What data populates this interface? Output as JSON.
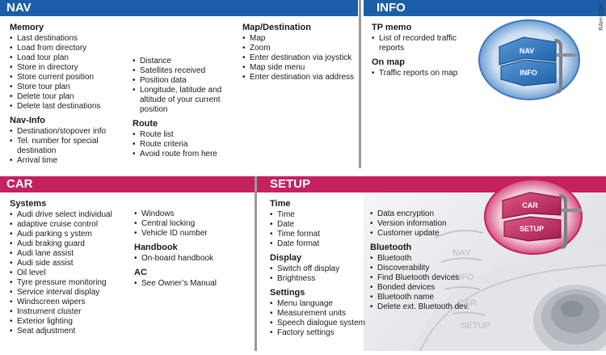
{
  "nav": {
    "header": "NAV",
    "columns": [
      [
        {
          "title": "Memory",
          "items": [
            "Last destinations",
            "Load from directory",
            "Load tour plan",
            "Store in directory",
            "Store current position",
            "Store tour plan",
            "Delete tour plan",
            "Delete last destinations"
          ]
        },
        {
          "title": "Nav-Info",
          "items": [
            "Destination/stopover info",
            "Tel. number for special destination",
            "Arrival time"
          ]
        }
      ],
      [
        {
          "title": "",
          "items": [
            "Distance",
            "Satellites received",
            "Position data",
            "Longitude, latitude and altitude of your current position"
          ]
        },
        {
          "title": "Route",
          "items": [
            "Route list",
            "Route criteria",
            "Avoid route from here"
          ]
        }
      ],
      [
        {
          "title": "Map/Destination",
          "items": [
            "Map",
            "Zoom",
            "Enter destination via joystick",
            "Map side menu",
            "Enter destination via address"
          ]
        }
      ]
    ]
  },
  "info": {
    "header": "INFO",
    "columns": [
      [
        {
          "title": "TP memo",
          "items": [
            "List of recorded traffic reports"
          ]
        },
        {
          "title": "On map",
          "items": [
            "Traffic reports on map"
          ]
        }
      ]
    ],
    "button_labels": [
      "NAV",
      "INFO"
    ]
  },
  "car": {
    "header": "CAR",
    "columns": [
      [
        {
          "title": "Systems",
          "items": [
            "Audi drive select individual",
            "adaptive cruise control",
            "Audi parking s ystem",
            "Audi braking guard",
            "Audi lane assist",
            "Audi side assist",
            "Oil level",
            "Tyre pressure monitoring",
            "Service interval display",
            "Windscreen wipers",
            "Instrument cluster",
            "Exterior lighting",
            "Seat adjustment"
          ]
        }
      ],
      [
        {
          "title": "",
          "items": [
            "Windows",
            "Central locking",
            "Vehicle ID number"
          ]
        },
        {
          "title": "Handbook",
          "items": [
            "On-board handbook"
          ]
        },
        {
          "title": "AC",
          "items": [
            "See Owner’s Manual"
          ]
        }
      ]
    ]
  },
  "setup": {
    "header": "SETUP",
    "columns": [
      [
        {
          "title": "Time",
          "items": [
            "Time",
            "Date",
            "Time format",
            "Date format"
          ]
        },
        {
          "title": "Display",
          "items": [
            "Switch off display",
            "Brightness"
          ]
        },
        {
          "title": "Settings",
          "items": [
            "Menu language",
            "Measurement units",
            "Speech dialogue system",
            "Factory settings"
          ]
        }
      ],
      [
        {
          "title": "",
          "items": [
            "Data encryption",
            "Version information",
            "Customer update"
          ]
        },
        {
          "title": "Bluetooth",
          "items": [
            "Bluetooth",
            "Discoverability",
            "Find Bluetooth devices",
            "Bonded devices",
            "Bluetooth name",
            "Delete ext. Bluetooth dev."
          ]
        }
      ]
    ],
    "button_labels": [
      "CAR",
      "SETUP"
    ],
    "faded_labels": [
      "NAV",
      "INFO",
      "CAR",
      "SETUP"
    ]
  },
  "figure_ref": "RAH-3706",
  "colors": {
    "nav_blue": "#1c5fa8",
    "car_pink": "#c4215e",
    "divider_gray": "#9a9a9a"
  }
}
